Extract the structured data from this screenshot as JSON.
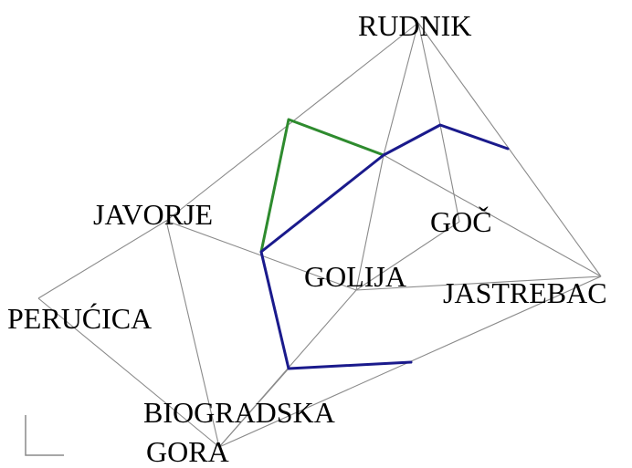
{
  "labels": {
    "rudnik": "RUDNIK",
    "javorje": "JAVORJE",
    "goc": "GOČ",
    "golija": "GOLIJA",
    "jastrebac": "JASTREBAC",
    "perucica": "PERUĆICA",
    "biogradska": "BIOGRADSKA",
    "gora": "GORA"
  },
  "colors": {
    "edge": "#8a8a8a",
    "path_blue": "#1a1a8c",
    "path_green": "#2e8b2e",
    "text": "#000000",
    "background": "#ffffff"
  }
}
